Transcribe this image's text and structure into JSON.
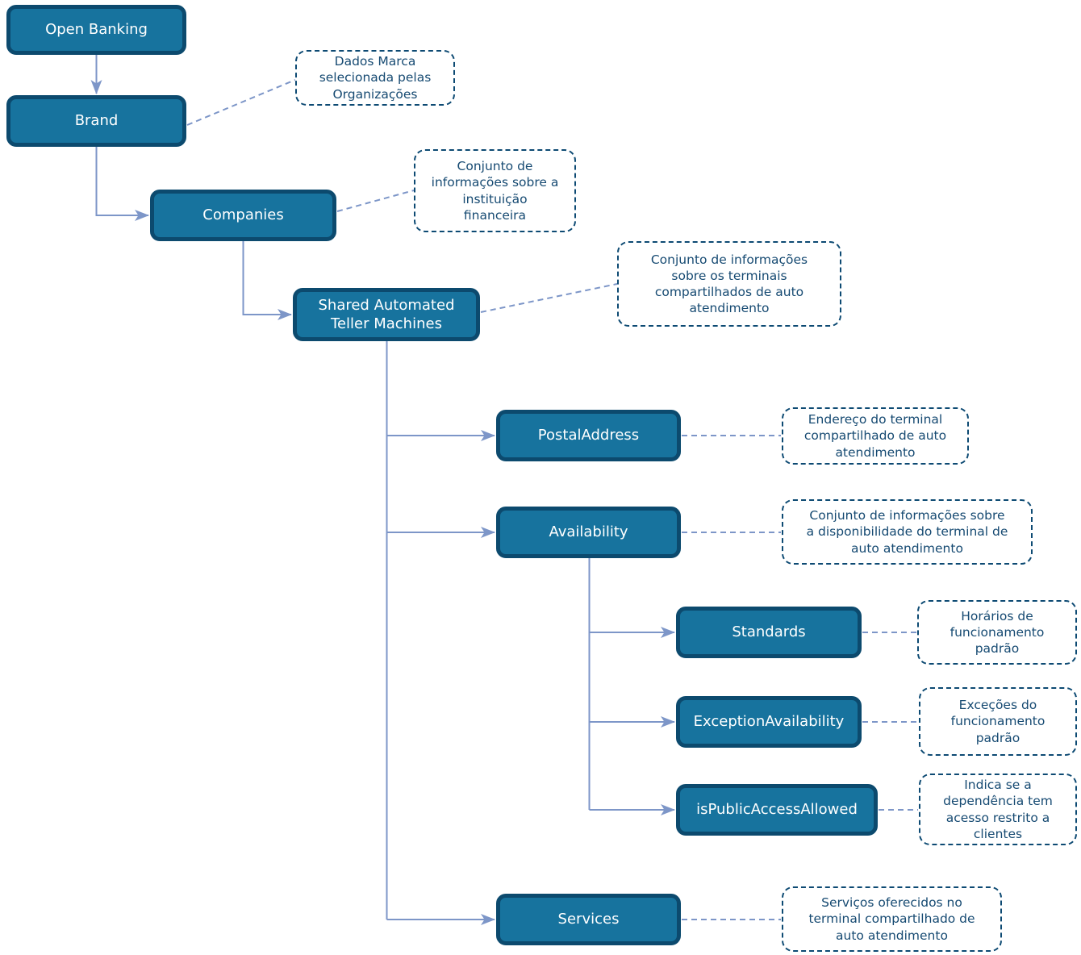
{
  "diagram": {
    "title": "Open Banking - Shared Automated Teller Machines hierarchy",
    "palette": {
      "node_fill": "#17739E",
      "node_border": "#0C4A6E",
      "node_text": "#FFFFFF",
      "note_border": "#0D4A73",
      "note_text": "#164A72",
      "connector": "#7D96C8",
      "background": "#FFFFFF"
    },
    "nodes": [
      {
        "id": "open-banking",
        "label": "Open Banking"
      },
      {
        "id": "brand",
        "label": "Brand"
      },
      {
        "id": "companies",
        "label": "Companies"
      },
      {
        "id": "shared-automated-teller-machines",
        "label": "Shared Automated\nTeller Machines"
      },
      {
        "id": "postal-address",
        "label": "PostalAddress"
      },
      {
        "id": "availability",
        "label": "Availability"
      },
      {
        "id": "standards",
        "label": "Standards"
      },
      {
        "id": "exception-availability",
        "label": "ExceptionAvailability"
      },
      {
        "id": "is-public-access-allowed",
        "label": "isPublicAccessAllowed"
      },
      {
        "id": "services",
        "label": "Services"
      }
    ],
    "annotations": [
      {
        "for": "brand",
        "text": "Dados Marca\nselecionada pelas\nOrganizações"
      },
      {
        "for": "companies",
        "text": "Conjunto de\ninformações sobre a\ninstituição\nfinanceira"
      },
      {
        "for": "shared-automated-teller-machines",
        "text": "Conjunto de informações\nsobre os terminais\ncompartilhados de auto\natendimento"
      },
      {
        "for": "postal-address",
        "text": "Endereço do terminal\ncompartilhado de auto\natendimento"
      },
      {
        "for": "availability",
        "text": "Conjunto de informações sobre\na disponibilidade do terminal de\nauto atendimento"
      },
      {
        "for": "standards",
        "text": "Horários de\nfuncionamento\npadrão"
      },
      {
        "for": "exception-availability",
        "text": "Exceções do\nfuncionamento\npadrão"
      },
      {
        "for": "is-public-access-allowed",
        "text": "Indica se a\ndependência tem\nacesso restrito a\nclientes"
      },
      {
        "for": "services",
        "text": "Serviços oferecidos no\nterminal compartilhado de\nauto atendimento"
      }
    ],
    "connections": [
      {
        "from": "open-banking",
        "to": "brand",
        "style": "solid-arrow"
      },
      {
        "from": "brand",
        "to": "companies",
        "style": "solid-arrow"
      },
      {
        "from": "companies",
        "to": "shared-automated-teller-machines",
        "style": "solid-arrow"
      },
      {
        "from": "shared-automated-teller-machines",
        "to": "postal-address",
        "style": "solid-arrow"
      },
      {
        "from": "shared-automated-teller-machines",
        "to": "availability",
        "style": "solid-arrow"
      },
      {
        "from": "shared-automated-teller-machines",
        "to": "services",
        "style": "solid-arrow"
      },
      {
        "from": "availability",
        "to": "standards",
        "style": "solid-arrow"
      },
      {
        "from": "availability",
        "to": "exception-availability",
        "style": "solid-arrow"
      },
      {
        "from": "availability",
        "to": "is-public-access-allowed",
        "style": "solid-arrow"
      },
      {
        "from": "brand",
        "to": "annotation-brand",
        "style": "dashed"
      },
      {
        "from": "companies",
        "to": "annotation-companies",
        "style": "dashed"
      },
      {
        "from": "shared-automated-teller-machines",
        "to": "annotation-shared-automated-teller-machines",
        "style": "dashed"
      },
      {
        "from": "postal-address",
        "to": "annotation-postal-address",
        "style": "dashed"
      },
      {
        "from": "availability",
        "to": "annotation-availability",
        "style": "dashed"
      },
      {
        "from": "standards",
        "to": "annotation-standards",
        "style": "dashed"
      },
      {
        "from": "exception-availability",
        "to": "annotation-exception-availability",
        "style": "dashed"
      },
      {
        "from": "is-public-access-allowed",
        "to": "annotation-is-public-access-allowed",
        "style": "dashed"
      },
      {
        "from": "services",
        "to": "annotation-services",
        "style": "dashed"
      }
    ]
  }
}
